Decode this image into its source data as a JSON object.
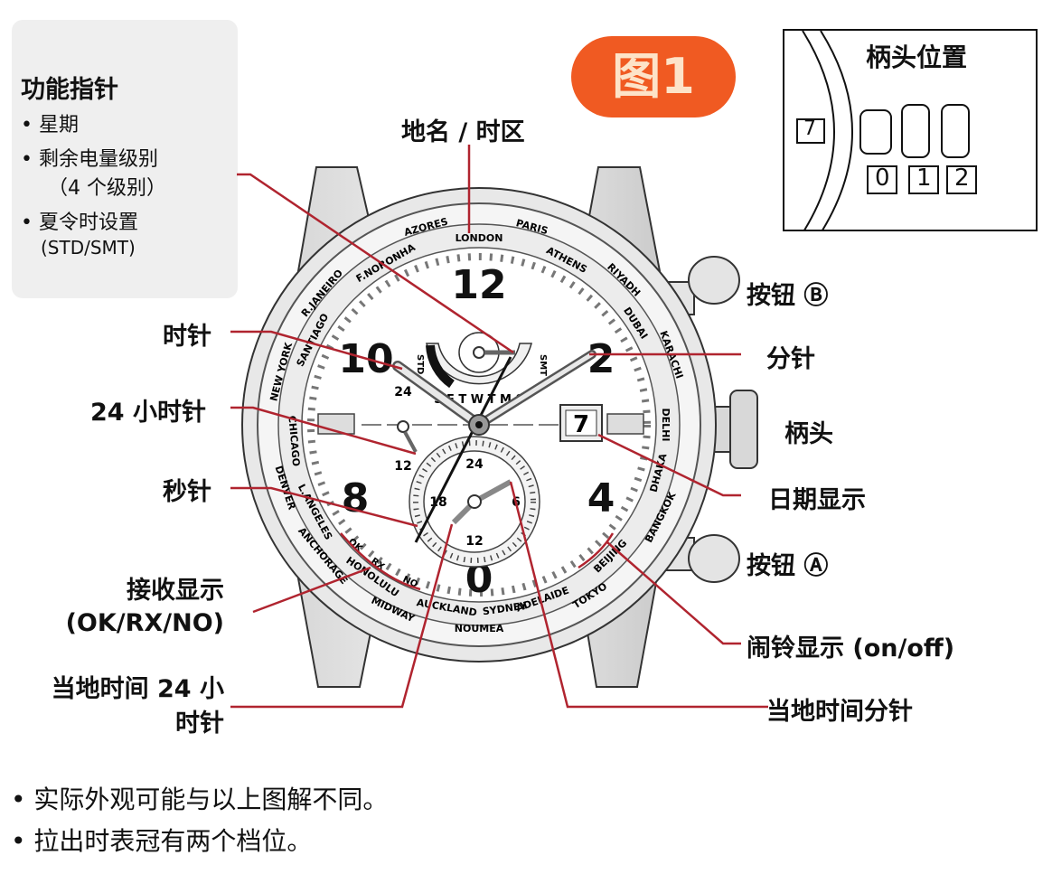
{
  "badge": "图1",
  "function_hands": {
    "title": "功能指针",
    "items": [
      "星期",
      "剩余电量级别",
      "（4 个级别）",
      "夏令时设置",
      "(STD/SMT)"
    ]
  },
  "crown_position": {
    "title": "柄头位置",
    "date_value": "7",
    "positions": [
      "0",
      "1",
      "2"
    ]
  },
  "labels": {
    "place_timezone": "地名 / 时区",
    "hour_hand": "时针",
    "hand_24h": "24 小时针",
    "second_hand": "秒针",
    "reception_line1": "接收显示",
    "reception_line2": "(OK/RX/NO)",
    "local_24h_line1": "当地时间 24 小",
    "local_24h_line2": "时针",
    "button_b": "按钮 Ⓑ",
    "minute_hand": "分针",
    "crown": "柄头",
    "date_display": "日期显示",
    "button_a": "按钮 Ⓐ",
    "alarm_display": "闹铃显示 (on/off)",
    "local_minute_hand": "当地时间分针"
  },
  "dial": {
    "numerals": [
      "12",
      "2",
      "4",
      "0",
      "8",
      "10"
    ],
    "date": "7",
    "small_24h": [
      "24",
      "12"
    ],
    "subdial": [
      "24",
      "6",
      "12",
      "18"
    ],
    "day_letters": "S E T W T M S",
    "std": "STD",
    "smt": "SMT",
    "reception": [
      "OK",
      "RX",
      "NO"
    ],
    "cities": [
      "LONDON",
      "PARIS",
      "ATHENS",
      "RIYADH",
      "DUBAI",
      "KARACHI",
      "DELHI",
      "DHAKA",
      "BANGKOK",
      "BEIJING",
      "TOKYO",
      "ADELAIDE",
      "SYDNEY",
      "NOUMEA",
      "AUCKLAND",
      "MIDWAY",
      "HONOLULU",
      "ANCHORAGE",
      "L.ANGELES",
      "DENVER",
      "CHICAGO",
      "NEW YORK",
      "SANTIAGO",
      "R.JANEIRO",
      "F.NORONHA",
      "AZORES"
    ]
  },
  "notes": [
    "• 实际外观可能与以上图解不同。",
    "• 拉出时表冠有两个档位。"
  ],
  "colors": {
    "leader": "#b0242f",
    "badge": "#f05a22",
    "panel": "#efefef"
  }
}
